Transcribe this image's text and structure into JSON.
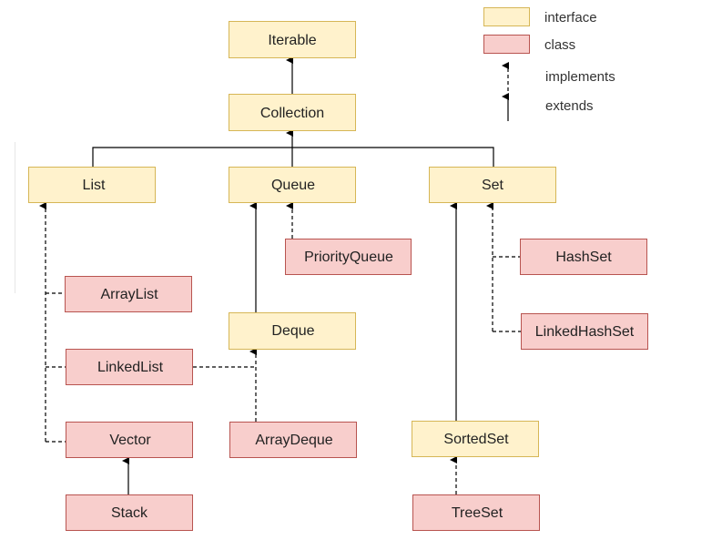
{
  "colors": {
    "interface_fill": "#fff2cc",
    "interface_stroke": "#d6b656",
    "class_fill": "#f8cecc",
    "class_stroke": "#b85450",
    "line": "#000000"
  },
  "legend": {
    "interface": "interface",
    "class": "class",
    "implements": "implements",
    "extends": "extends"
  },
  "nodes": {
    "iterable": "Iterable",
    "collection": "Collection",
    "list": "List",
    "queue": "Queue",
    "set": "Set",
    "priority_queue": "PriorityQueue",
    "hash_set": "HashSet",
    "array_list": "ArrayList",
    "deque": "Deque",
    "linked_hash_set": "LinkedHashSet",
    "linked_list": "LinkedList",
    "vector": "Vector",
    "array_deque": "ArrayDeque",
    "sorted_set": "SortedSet",
    "stack": "Stack",
    "tree_set": "TreeSet"
  },
  "node_kinds": {
    "iterable": "interface",
    "collection": "interface",
    "list": "interface",
    "queue": "interface",
    "set": "interface",
    "deque": "interface",
    "sorted_set": "interface",
    "priority_queue": "class",
    "hash_set": "class",
    "array_list": "class",
    "linked_hash_set": "class",
    "linked_list": "class",
    "vector": "class",
    "array_deque": "class",
    "stack": "class",
    "tree_set": "class"
  },
  "relations": [
    {
      "from": "collection",
      "to": "iterable",
      "kind": "extends"
    },
    {
      "from": "list",
      "to": "collection",
      "kind": "extends"
    },
    {
      "from": "queue",
      "to": "collection",
      "kind": "extends"
    },
    {
      "from": "set",
      "to": "collection",
      "kind": "extends"
    },
    {
      "from": "priority_queue",
      "to": "queue",
      "kind": "implements"
    },
    {
      "from": "deque",
      "to": "queue",
      "kind": "extends"
    },
    {
      "from": "hash_set",
      "to": "set",
      "kind": "implements"
    },
    {
      "from": "linked_hash_set",
      "to": "set",
      "kind": "implements"
    },
    {
      "from": "sorted_set",
      "to": "set",
      "kind": "extends"
    },
    {
      "from": "array_list",
      "to": "list",
      "kind": "implements"
    },
    {
      "from": "linked_list",
      "to": "list",
      "kind": "implements"
    },
    {
      "from": "vector",
      "to": "list",
      "kind": "implements"
    },
    {
      "from": "linked_list",
      "to": "deque",
      "kind": "implements"
    },
    {
      "from": "array_deque",
      "to": "deque",
      "kind": "implements"
    },
    {
      "from": "stack",
      "to": "vector",
      "kind": "extends"
    },
    {
      "from": "tree_set",
      "to": "sorted_set",
      "kind": "implements"
    }
  ]
}
